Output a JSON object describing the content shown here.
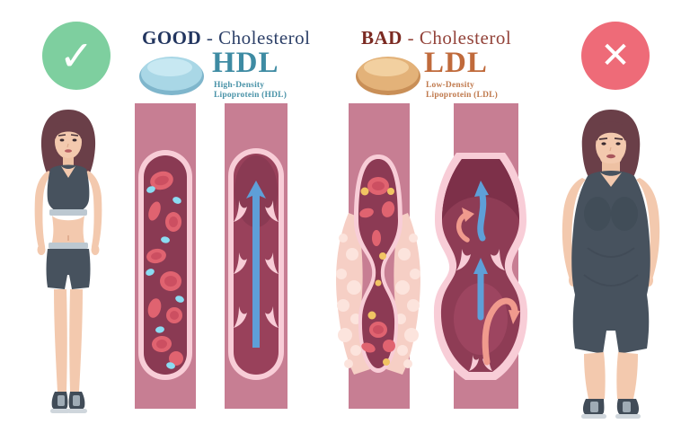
{
  "icons": {
    "check_icon": "✓",
    "cross_icon": "✕"
  },
  "header": {
    "good": {
      "title_word": "GOOD",
      "title_rest": "- Cholesterol",
      "abbr": "HDL",
      "subtitle_line1": "High-Density",
      "subtitle_line2": "Lipoprotein (HDL)"
    },
    "bad": {
      "title_word": "BAD",
      "title_rest": "- Cholesterol",
      "abbr": "LDL",
      "subtitle_line1": "Low-Density",
      "subtitle_line2": "Lipoprotein (LDL)"
    }
  },
  "colors": {
    "good_accent": "#7ecf9f",
    "bad_accent": "#ee6b78",
    "good_title": "#22355f",
    "bad_title": "#7b2a22",
    "hdl_text": "#3e8ba3",
    "ldl_text": "#c06a3b",
    "hdl_particle_blue": "#8bdcf2",
    "ldl_particle_yellow": "#f1c463",
    "vessel_wall_pink": "#c77e93",
    "vessel_lining_lightpink": "#f8cdd7",
    "vessel_lumen_maroon": "#8c3a54",
    "blood_cell_red": "#e06370",
    "plaque_cream": "#f6cfc5",
    "flow_arrow_blue": "#5e9fd8",
    "backflow_arrow_salmon": "#f09a8d"
  }
}
